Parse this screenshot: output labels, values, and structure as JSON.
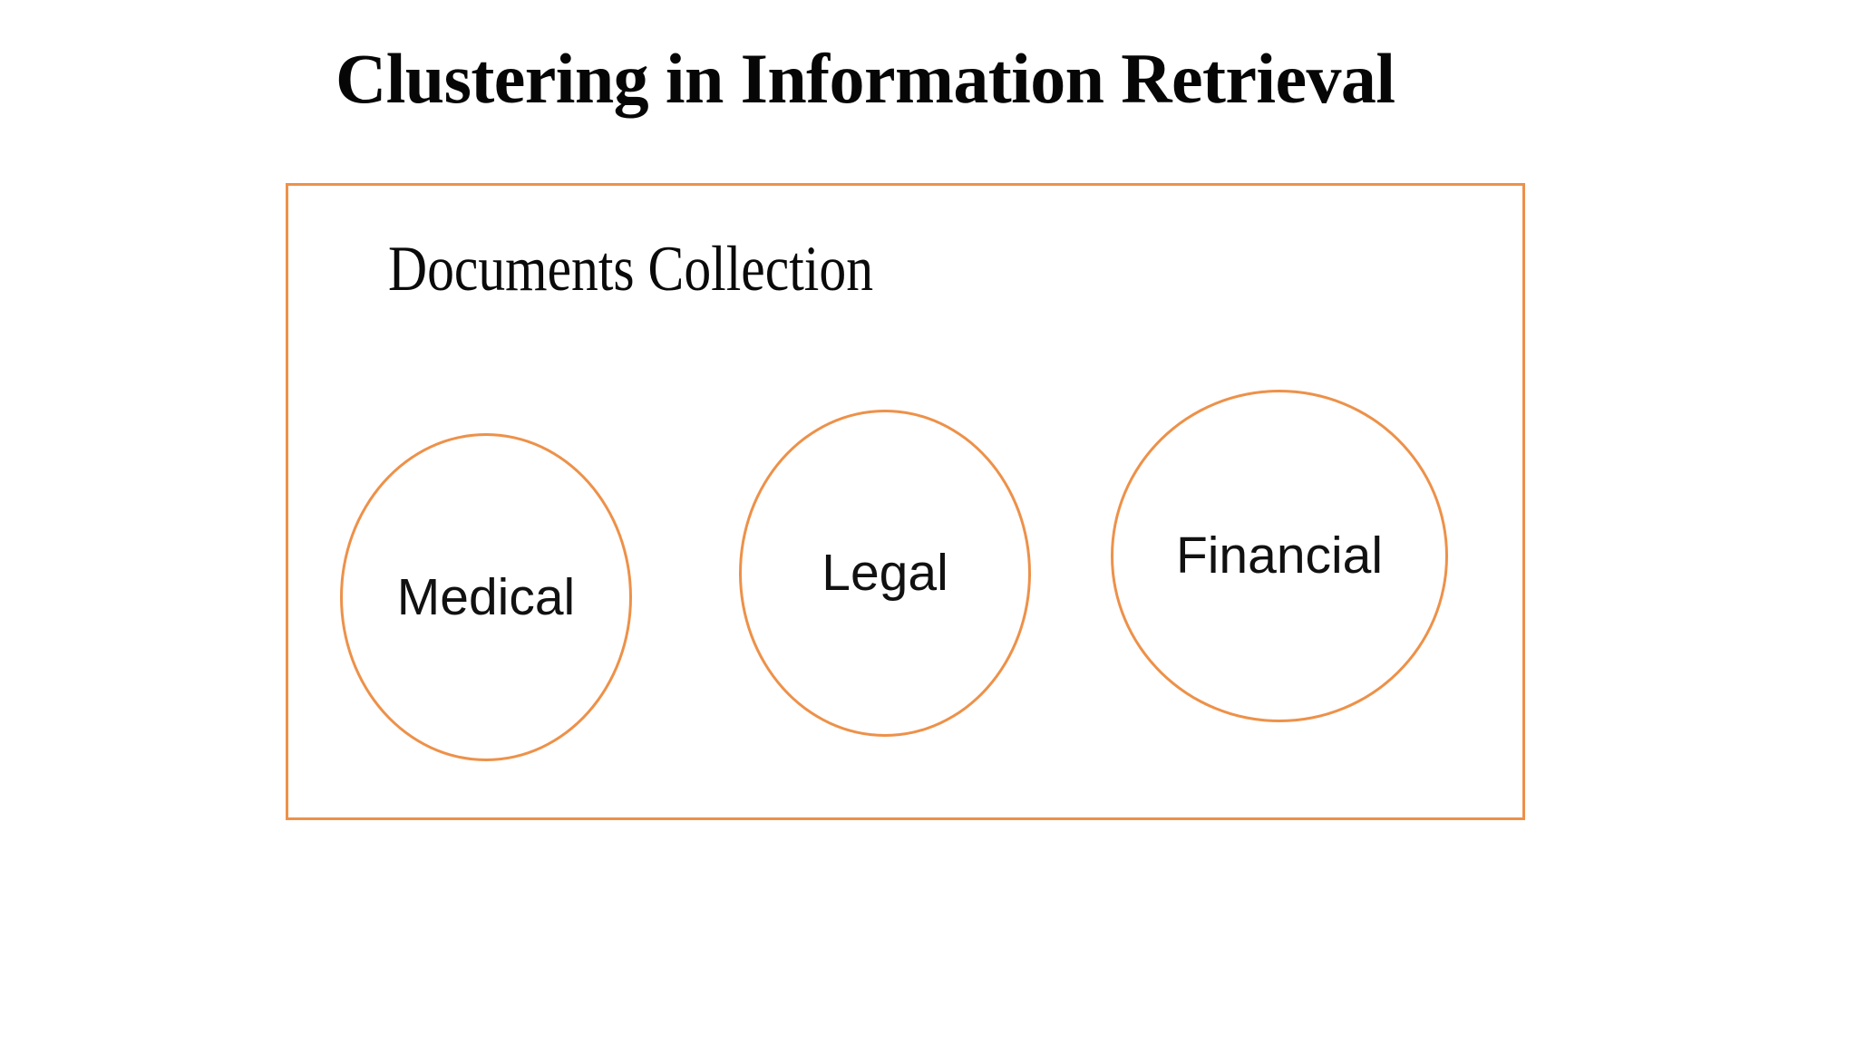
{
  "title": "Clustering in Information Retrieval",
  "collection": {
    "label": "Documents Collection"
  },
  "clusters": [
    {
      "label": "Medical"
    },
    {
      "label": "Legal"
    },
    {
      "label": "Financial"
    }
  ],
  "colors": {
    "outline": "#ED9149",
    "title_text": "#060606",
    "label_text": "#111111",
    "background": "#FFFFFF"
  }
}
